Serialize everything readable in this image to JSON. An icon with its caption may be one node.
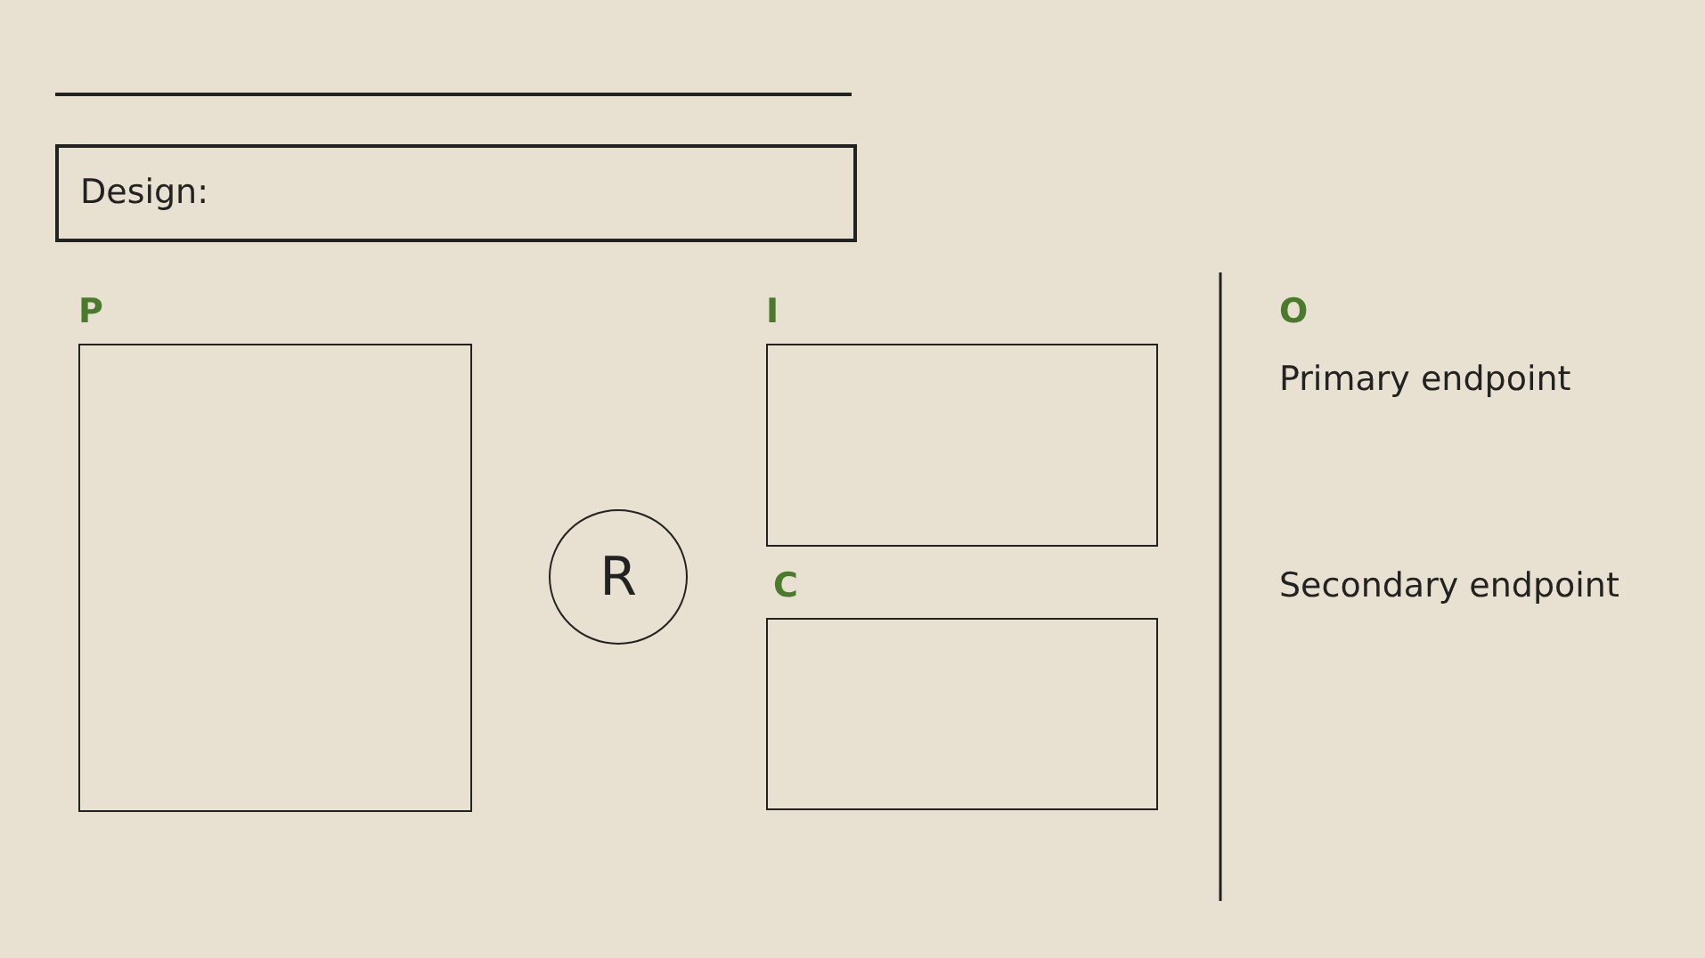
{
  "diagram": {
    "nodes": [
      {
        "text": [
          "Design:"
        ]
      },
      {
        "text": [
          "P"
        ]
      },
      {
        "text": [
          "R"
        ]
      },
      {
        "text": [
          "I"
        ]
      },
      {
        "text": [
          "C"
        ]
      }
    ],
    "labels": [
      "O",
      "Primary endpoint",
      "Secondary endpoint"
    ]
  }
}
